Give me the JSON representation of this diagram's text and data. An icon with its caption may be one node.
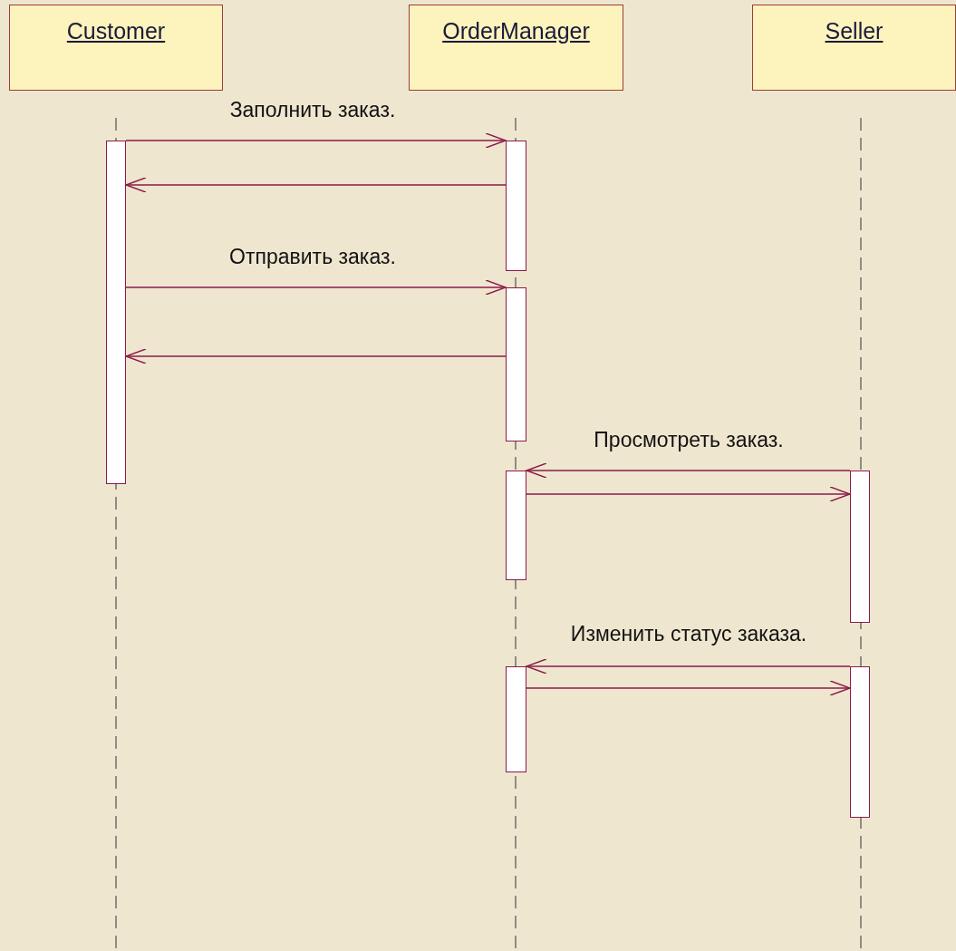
{
  "diagram": {
    "nodes": [
      {
        "text": [
          "Customer"
        ]
      },
      {
        "text": [
          "OrderManager"
        ]
      },
      {
        "text": [
          "Seller"
        ]
      },
      {
        "text": [],
        "shape": "bar"
      },
      {
        "text": [],
        "shape": "bar"
      },
      {
        "text": [],
        "shape": "bar"
      },
      {
        "text": [],
        "shape": "bar"
      },
      {
        "text": [],
        "shape": "bar"
      },
      {
        "text": [],
        "shape": "bar"
      },
      {
        "text": [],
        "shape": "bar"
      }
    ],
    "edges": [
      {
        "from": 3,
        "to": 4,
        "arrow": "to",
        "label": "Заполнить заказ."
      },
      {
        "from": 4,
        "to": 3,
        "arrow": "to"
      },
      {
        "from": 3,
        "to": 5,
        "arrow": "to",
        "label": "Отправить заказ."
      },
      {
        "from": 5,
        "to": 3,
        "arrow": "to"
      },
      {
        "from": 8,
        "to": 6,
        "arrow": "to",
        "label": "Просмотреть заказ."
      },
      {
        "from": 6,
        "to": 8,
        "arrow": "to"
      },
      {
        "from": 9,
        "to": 7,
        "arrow": "to",
        "label": "Изменить статус заказа."
      },
      {
        "from": 7,
        "to": 9,
        "arrow": "to"
      }
    ]
  }
}
